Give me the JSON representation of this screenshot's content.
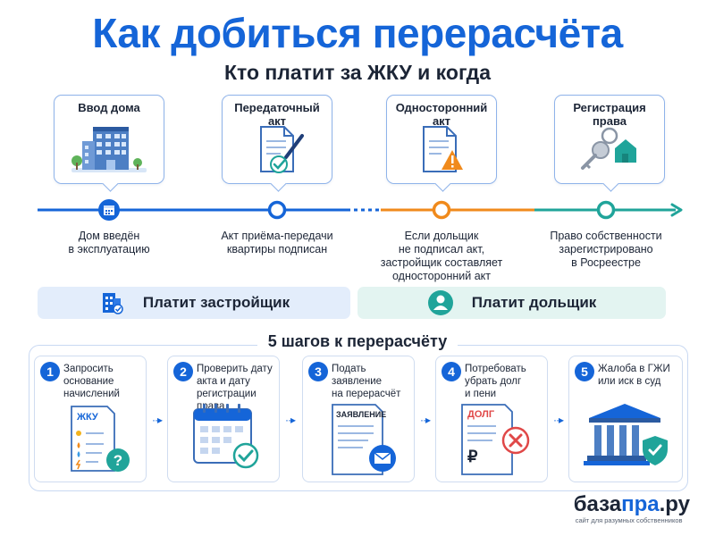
{
  "title": "Как добиться перерасчёта",
  "subtitle": "Кто платит за ЖКУ и когда",
  "timeline": [
    {
      "card_title": "Ввод дома",
      "caption": "Дом введён\nв эксплуатацию",
      "icon": "calendar-icon"
    },
    {
      "card_title": "Передаточный\nакт",
      "caption": "Акт приёма-передачи\nквартиры подписан",
      "icon": "circle-icon"
    },
    {
      "card_title": "Односторонний\nакт",
      "caption": "Если дольщик\nне подписал акт,\nзастройщик составляет\nодносторонний акт",
      "icon": "circle-icon"
    },
    {
      "card_title": "Регистрация\nправа",
      "caption": "Право собственности\nзарегистрировано\nв Росреестре",
      "icon": "circle-icon"
    }
  ],
  "bands": {
    "developer": "Платит застройщик",
    "owner": "Платит дольщик"
  },
  "steps_title": "5 шагов к перерасчёту",
  "steps": [
    {
      "num": "1",
      "text": "Запросить\nоснование\nначислений",
      "doc_label": "ЖКУ"
    },
    {
      "num": "2",
      "text": "Проверить дату\nакта и дату\nрегистрации права"
    },
    {
      "num": "3",
      "text": "Подать заявление\nна перерасчёт",
      "doc_label": "ЗАЯВЛЕНИЕ"
    },
    {
      "num": "4",
      "text": "Потребовать\nубрать долг\nи пени",
      "doc_label": "ДОЛГ",
      "currency": "₽"
    },
    {
      "num": "5",
      "text": "Жалоба в ГЖИ\nили иск в суд"
    }
  ],
  "logo": {
    "part1": "база",
    "part2": "пра",
    "part3": ".ру",
    "tagline": "сайт для разумных собственников"
  },
  "colors": {
    "blue": "#1565d8",
    "orange": "#f08a1c",
    "teal": "#20a49a",
    "navy": "#1c2536"
  }
}
